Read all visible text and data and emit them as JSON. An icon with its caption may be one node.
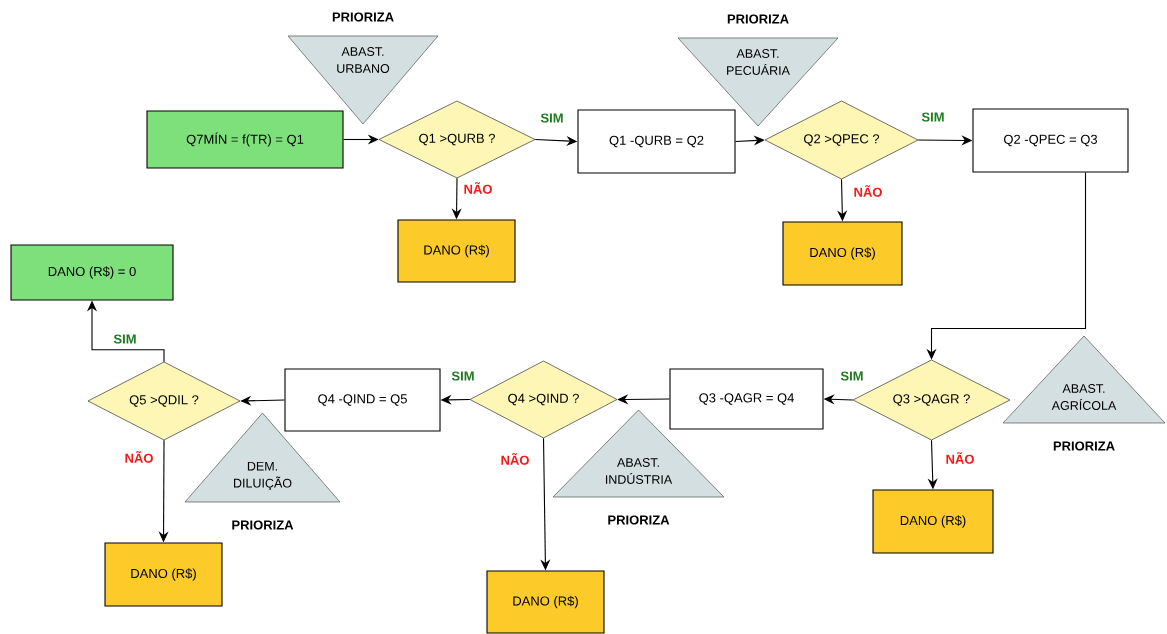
{
  "diagram": {
    "nodes": [
      {
        "text": [
          "Q7MÍN = f(TR) = Q1"
        ]
      },
      {
        "text": [
          "ABAST. URBANO"
        ],
        "beside": [
          "PRIORIZA"
        ]
      },
      {
        "text": [
          "Q1 >QURB ?"
        ]
      },
      {
        "text": [
          "Q1 -QURB = Q2"
        ]
      },
      {
        "text": [
          "ABAST. PECUÁRIA"
        ],
        "beside": [
          "PRIORIZA"
        ]
      },
      {
        "text": [
          "Q2 >QPEC ?"
        ]
      },
      {
        "text": [
          "Q2 -QPEC = Q3"
        ]
      },
      {
        "text": [
          "DANO (R$)"
        ]
      },
      {
        "text": [
          "DANO (R$)"
        ]
      },
      {
        "text": [
          "DANO (R$) = 0"
        ]
      },
      {
        "text": [
          "Q3 >QAGR ?"
        ]
      },
      {
        "text": [
          "ABAST. AGRÍCOLA"
        ],
        "beside": [
          "PRIORIZA"
        ]
      },
      {
        "text": [
          "Q3 -QAGR = Q4"
        ]
      },
      {
        "text": [
          "Q4 >QIND ?"
        ]
      },
      {
        "text": [
          "ABAST. INDÚSTRIA"
        ],
        "beside": [
          "PRIORIZA"
        ]
      },
      {
        "text": [
          "Q4 -QIND = Q5"
        ]
      },
      {
        "text": [
          "Q5 >QDIL ?"
        ]
      },
      {
        "text": [
          "DEM. DILUIÇÃO"
        ],
        "beside": [
          "PRIORIZA"
        ]
      },
      {
        "text": [
          "DANO (R$)"
        ]
      },
      {
        "text": [
          "DANO (R$)"
        ]
      },
      {
        "text": [
          "DANO (R$)"
        ]
      }
    ],
    "edges": [
      {
        "from": 0,
        "to": 2,
        "arrow": "to"
      },
      {
        "from": 2,
        "to": 3,
        "arrow": "to",
        "label": "SIM"
      },
      {
        "from": 2,
        "to": 7,
        "arrow": "to",
        "label": "NÃO"
      },
      {
        "from": 3,
        "to": 5,
        "arrow": "to"
      },
      {
        "from": 5,
        "to": 6,
        "arrow": "to",
        "label": "SIM"
      },
      {
        "from": 5,
        "to": 8,
        "arrow": "to",
        "label": "NÃO"
      },
      {
        "from": 6,
        "to": 10,
        "arrow": "to"
      },
      {
        "from": 10,
        "to": 12,
        "arrow": "to",
        "label": "SIM"
      },
      {
        "from": 10,
        "to": 18,
        "arrow": "to",
        "label": "NÃO"
      },
      {
        "from": 12,
        "to": 13,
        "arrow": "to"
      },
      {
        "from": 13,
        "to": 15,
        "arrow": "to",
        "label": "SIM"
      },
      {
        "from": 13,
        "to": 20,
        "arrow": "to",
        "label": "NÃO"
      },
      {
        "from": 15,
        "to": 16,
        "arrow": "to"
      },
      {
        "from": 16,
        "to": 9,
        "arrow": "to",
        "label": "SIM"
      },
      {
        "from": 16,
        "to": 19,
        "arrow": "to",
        "label": "NÃO"
      }
    ]
  }
}
